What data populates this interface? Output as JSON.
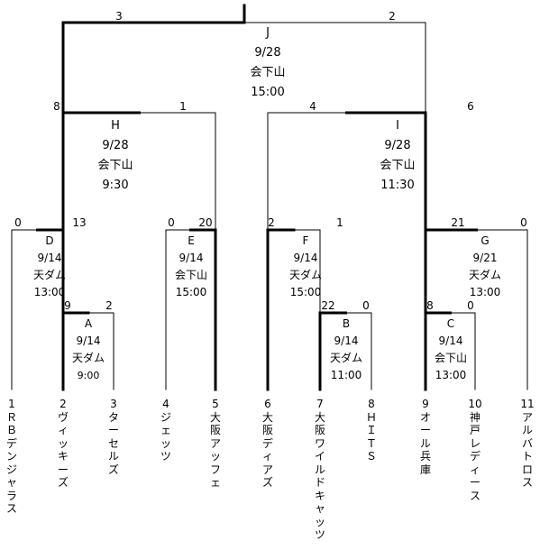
{
  "teams": [
    {
      "num": "1",
      "name": "ＲＢデンジャラス"
    },
    {
      "num": "2",
      "name": "ヴィッキーズ"
    },
    {
      "num": "3",
      "name": "ターセルズ"
    },
    {
      "num": "4",
      "name": "ジェッツ"
    },
    {
      "num": "5",
      "name": "大阪アッフェ"
    },
    {
      "num": "6",
      "name": "大阪ディアズ"
    },
    {
      "num": "7",
      "name": "大阪ワイルドキャッツ"
    },
    {
      "num": "8",
      "name": "ＨＩＴＳ"
    },
    {
      "num": "9",
      "name": "オール兵庫"
    },
    {
      "num": "10",
      "name": "神戸レディース"
    },
    {
      "num": "11",
      "name": "アルバトロス"
    }
  ],
  "matches": {
    "A": {
      "id": "A",
      "date": "9/14",
      "venue": "天ダム",
      "time": "9:00",
      "score_left": "9",
      "score_right": "2"
    },
    "B": {
      "id": "B",
      "date": "9/14",
      "venue": "天ダム",
      "time": "11:00",
      "score_left": "22",
      "score_right": "0"
    },
    "C": {
      "id": "C",
      "date": "9/14",
      "venue": "会下山",
      "time": "13:00",
      "score_left": "8",
      "score_right": "0"
    },
    "D": {
      "id": "D",
      "date": "9/14",
      "venue": "天ダム",
      "time": "13:00",
      "score_left": "0",
      "score_right": "13"
    },
    "E": {
      "id": "E",
      "date": "9/14",
      "venue": "会下山",
      "time": "15:00",
      "score_left": "0",
      "score_right": "20"
    },
    "F": {
      "id": "F",
      "date": "9/14",
      "venue": "天ダム",
      "time": "15:00",
      "score_left": "2",
      "score_right": "1"
    },
    "G": {
      "id": "G",
      "date": "9/21",
      "venue": "天ダム",
      "time": "13:00",
      "score_left": "21",
      "score_right": "0"
    },
    "H": {
      "id": "H",
      "date": "9/28",
      "venue": "会下山",
      "time": "9:30",
      "score_left": "8",
      "score_right": "1"
    },
    "I": {
      "id": "I",
      "date": "9/28",
      "venue": "会下山",
      "time": "11:30",
      "score_left": "4",
      "score_right": "6"
    },
    "J": {
      "id": "J",
      "date": "9/28",
      "venue": "会下山",
      "time": "15:00",
      "score_left": "3",
      "score_right": "2"
    }
  }
}
